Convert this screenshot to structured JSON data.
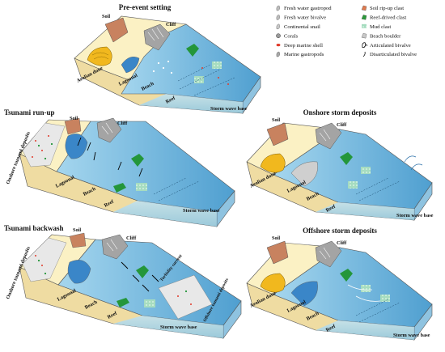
{
  "panels": {
    "pre_event": {
      "title": "Pre-event setting",
      "soil": "Soil",
      "cliff": "Cliff",
      "aeolian_dune": "Aeolian dune",
      "lagoonal": "Lagoonal",
      "beach": "Beach",
      "reef": "Reef",
      "storm_wave_base": "Storm wave base"
    },
    "run_up": {
      "title": "Tsunami run-up",
      "soil": "Soil",
      "cliff": "Cliff",
      "onshore_tsunami": "Onshore tsunami deposits",
      "lagoonal": "Lagoonal",
      "beach": "Beach",
      "reef": "Reef",
      "storm_wave_base": "Storm wave base"
    },
    "onshore_storm": {
      "title": "Onshore storm deposits",
      "soil": "Soil",
      "cliff": "Cliff",
      "aeolian_dune": "Aeolian dune",
      "lagoonal": "Lagoonal",
      "beach": "Beach",
      "reef": "Reef",
      "storm_wave_base": "Storm wave base"
    },
    "backwash": {
      "title": "Tsunami backwash",
      "soil": "Soil",
      "cliff": "Cliff",
      "onshore_tsunami": "Onshore tsunami deposits",
      "turbidity": "Turbidity current",
      "offshore_tsunami": "Offshore tsunami deposits",
      "lagoonal": "Lagoonal",
      "beach": "Beach",
      "reef": "Reef",
      "storm_wave_base": "Storm wave base"
    },
    "offshore_storm": {
      "title": "Offshore storm deposits",
      "soil": "Soil",
      "cliff": "Cliff",
      "aeolian_dune": "Aeolian dune",
      "lagoonal": "Lagoonal",
      "beach": "Beach",
      "reef": "Reef",
      "storm_wave_base": "Storm wave base"
    }
  },
  "legend": [
    {
      "label": "Fresh water gastropod",
      "icon": "gastropod-icon",
      "color": "#bdbdbd"
    },
    {
      "label": "Fresh water bivalve",
      "icon": "bivalve-icon",
      "color": "#bdbdbd"
    },
    {
      "label": "Continental snail",
      "icon": "snail-icon",
      "color": "#c8c8c8"
    },
    {
      "label": "Corals",
      "icon": "coral-icon",
      "color": "#9a9a9a"
    },
    {
      "label": "Deep marine shell",
      "icon": "deep-shell-icon",
      "color": "#e03a2a"
    },
    {
      "label": "Marine gastropods",
      "icon": "marine-gastropod-icon",
      "color": "#a7a7a7"
    },
    {
      "label": "Soil rip-up clast",
      "icon": "soil-clast-icon",
      "color": "#e07a4e"
    },
    {
      "label": "Reef-drived clast",
      "icon": "reef-clast-icon",
      "color": "#2a9a3a"
    },
    {
      "label": "Mud clast",
      "icon": "mud-clast-icon",
      "color": "#9fd9b8"
    },
    {
      "label": "Beach boulder",
      "icon": "boulder-icon",
      "color": "#c9c9c9"
    },
    {
      "label": "Articulated bivalve",
      "icon": "articulated-bivalve-icon",
      "color": "#111111"
    },
    {
      "label": "Disarticulated bivalve",
      "icon": "disarticulated-bivalve-icon",
      "color": "#111111"
    }
  ],
  "colors": {
    "land": "#fbf1c4",
    "land_side": "#f1e0a6",
    "sea": "#7fc4e6",
    "sea_deep": "#5fa9d6",
    "sea_front": "#9ccfe9",
    "soil": "#c8825f",
    "cliff": "#9c9c9c",
    "dune": "#f1b81e",
    "deposit": "#e8e8e8",
    "reef": "#24963a",
    "mud": "#a6dcc0"
  }
}
